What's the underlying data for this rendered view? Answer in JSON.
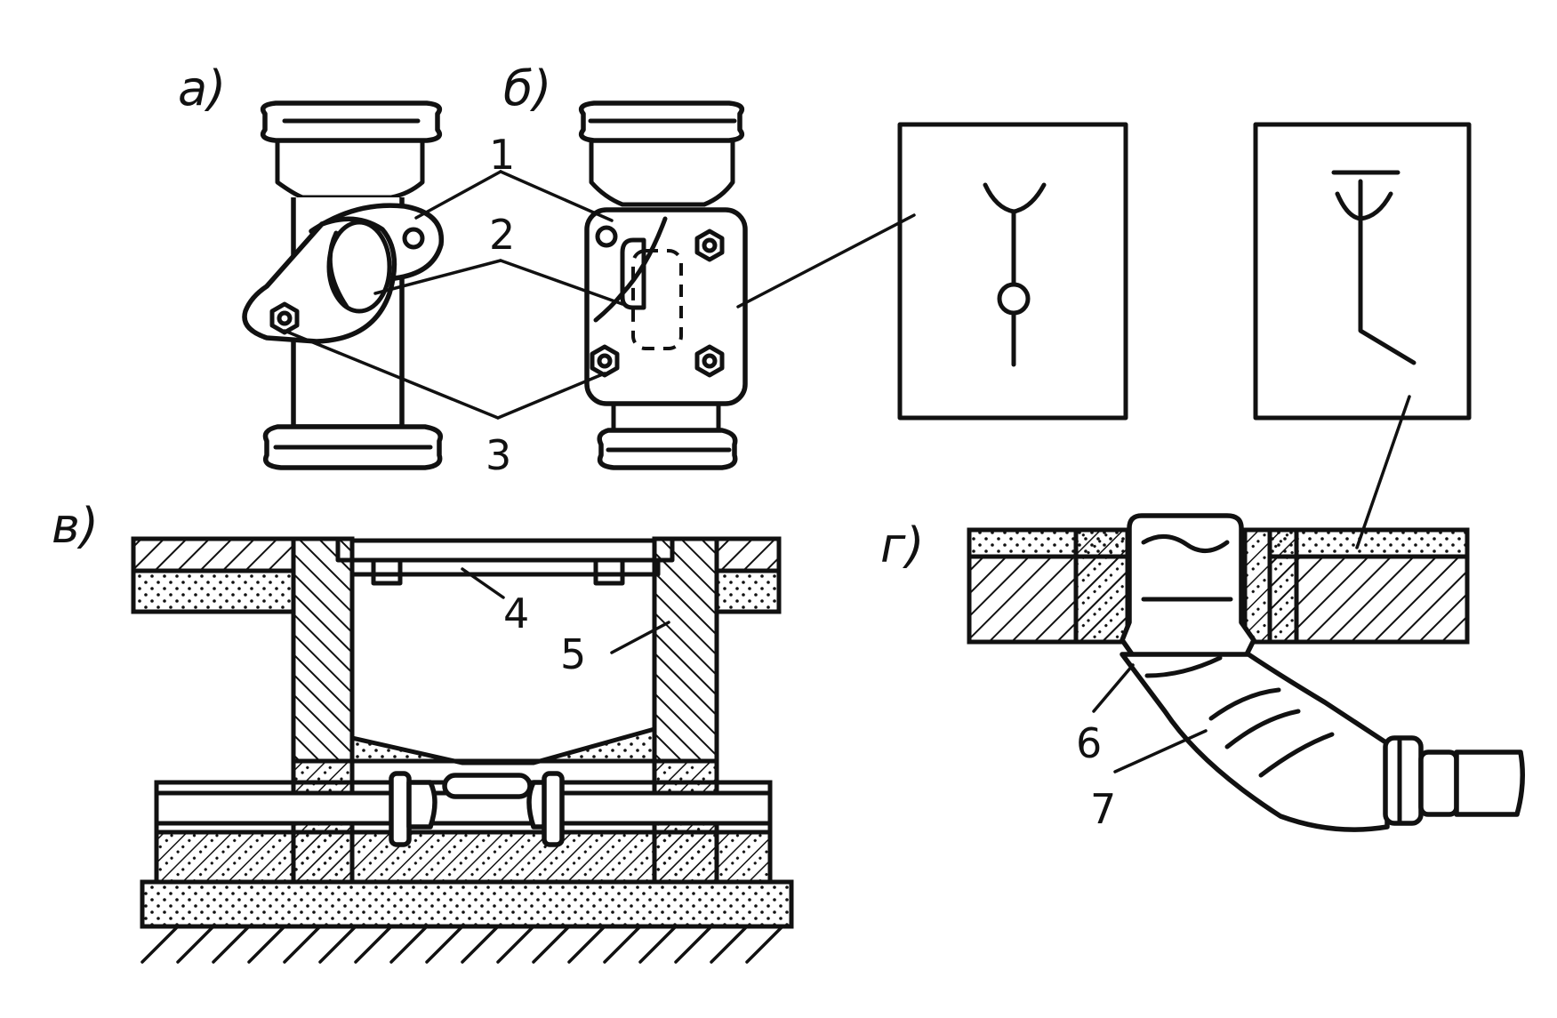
{
  "panels": {
    "a": "а)",
    "b": "б)",
    "v": "в)",
    "g": "г)"
  },
  "callouts": {
    "c1": "1",
    "c2": "2",
    "c3": "3",
    "c4": "4",
    "c5": "5",
    "c6": "6",
    "c7": "7"
  },
  "colors": {
    "ink": "#111111",
    "paper": "#ffffff"
  }
}
